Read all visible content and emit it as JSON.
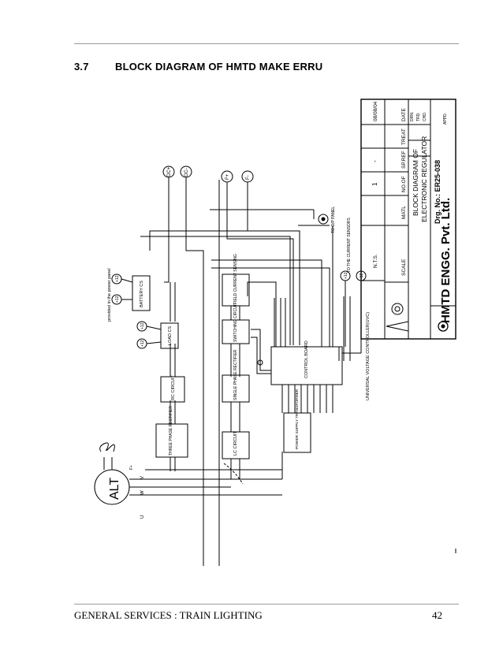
{
  "section": {
    "number": "3.7",
    "title": "BLOCK DIAGRAM OF HMTD MAKE ERRU"
  },
  "diagram": {
    "panel_note": "provided in the power panel",
    "alternator": "ALT",
    "phase_u": "U",
    "phase_v": "V",
    "phase_w": "W",
    "f_plus_left": "F+",
    "terminal_dc_plus": "DC+",
    "terminal_dc_minus": "DC-",
    "terminal_f_plus": "F+",
    "terminal_f_minus": "F-",
    "battery_cs": "BATTERY CS",
    "load_cs": "LOAD CS",
    "rc_circuit": "RC CIRCUIT",
    "three_phase_rectifier": "THREE PHASE RECTIFIER",
    "field_current_sensing": "FIELD CURRENT SENSING",
    "switching_circuit": "SWITCHING CIRCUIT",
    "single_phase_rectifier": "SINGLE PHASE RECTIFIER",
    "lc_circuit": "LC CIRCUIT",
    "control_board": "CONTROL BOARD",
    "power_supply_transformer": "POWER SUPPLY TRANSFORMER",
    "supply_plus": "+12",
    "supply_minus": "-12",
    "to_op_panel": "TO O/P PANEL",
    "to_current_sensors": "TO THE CURRENT SENSORS",
    "uvc_label": "UNIVERSAL VOLTAGE CONTROLLER(UVC)"
  },
  "title_block": {
    "company": "HMTD ENGG. Pvt. Ltd.",
    "nts": "N.T.S.",
    "qty": "1",
    "dash": "-",
    "date_value": "08/08/04",
    "scale": "SCALE",
    "matl": "MATL",
    "no_of": "NO.OF",
    "sp_ref": "SP.REF",
    "treat": "TREAT",
    "date_label": "DATE",
    "title_line1": "BLOCK DIAGRAM OF",
    "title_line2": "ELECTRONIC REGULATOR",
    "drg_no": "Drg. No.: ER25-038",
    "drn": "DRN.",
    "trd": "TRD.",
    "chd": "CHD.",
    "appd": "APPD."
  },
  "footer": {
    "left": "GENERAL SERVICES : TRAIN LIGHTING",
    "page": "42"
  }
}
